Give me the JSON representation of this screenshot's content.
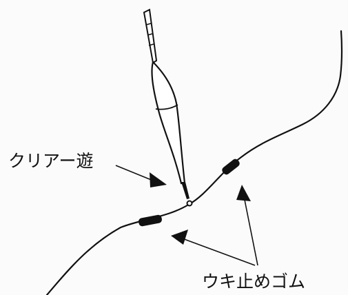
{
  "labels": {
    "clear_yu": "クリアー遊",
    "uki_dome_gomu": "ウキ止めゴム"
  },
  "colors": {
    "line": "#111111",
    "background": "#fbfbfb",
    "float_fill": "#ffffff"
  },
  "components": [
    "fishing-line",
    "float",
    "swivel-ring",
    "float-stopper-rubber-upper",
    "float-stopper-rubber-lower",
    "pointer-arrows"
  ]
}
